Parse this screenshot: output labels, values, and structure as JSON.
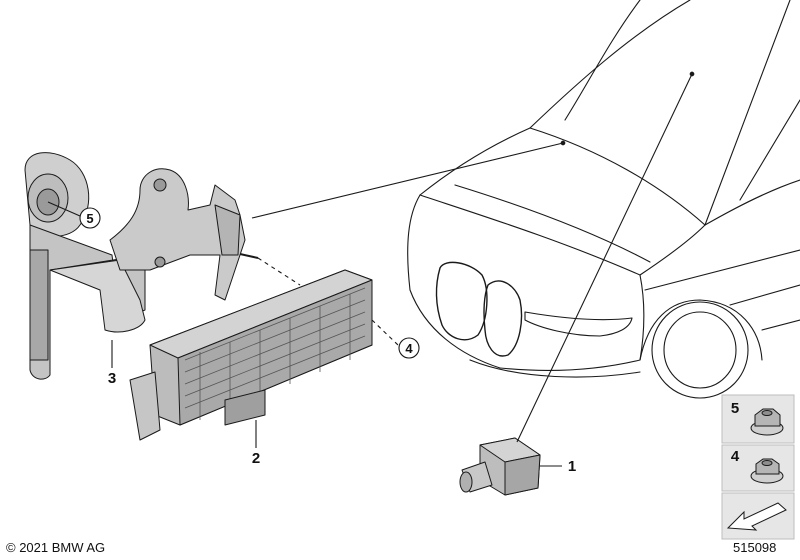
{
  "diagram": {
    "callouts": {
      "part1": "1",
      "part2": "2",
      "part3": "3",
      "part4": "4",
      "part5": "5"
    },
    "legend": {
      "item5": "5",
      "item4": "4"
    },
    "footer": {
      "copyright": "© 2021 BMW AG",
      "diagram_id": "515098"
    },
    "colors": {
      "line": "#1a1a1a",
      "part_fill": "#b9b9b9",
      "part_dark": "#8f8f8f",
      "part_light": "#d9d9d9",
      "legend_bg": "#e6e6e6"
    }
  }
}
